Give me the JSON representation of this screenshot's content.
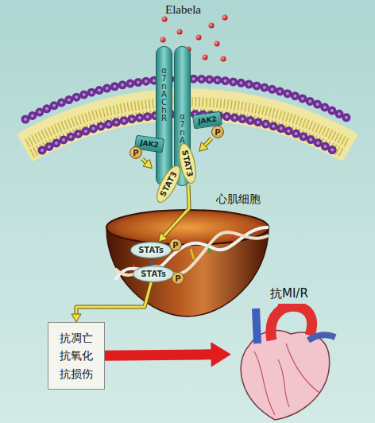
{
  "diagram": {
    "nodes": [
      {
        "text": [
          "α7nAChR"
        ]
      },
      {
        "text": [
          "α7nAChR"
        ]
      },
      {
        "text": [
          "JAK2"
        ]
      },
      {
        "text": [
          "JAK2"
        ]
      },
      {
        "text": [
          "P"
        ]
      },
      {
        "text": [
          "P"
        ]
      },
      {
        "text": [
          "STAT3"
        ]
      },
      {
        "text": [
          "STAT3"
        ]
      },
      {
        "text": [
          "STATs"
        ]
      },
      {
        "text": [
          "P"
        ]
      },
      {
        "text": [
          "STATs"
        ]
      },
      {
        "text": [
          "P"
        ]
      },
      {
        "text": [
          "抗凋亡 抗氧化 抗损伤"
        ]
      },
      {
        "text": [
          "抗MI/R"
        ]
      }
    ],
    "edges": [
      {
        "from": 4,
        "to": 7,
        "arrow": "to"
      },
      {
        "from": 5,
        "to": 6,
        "arrow": "to"
      },
      {
        "from": 6,
        "to": 8,
        "arrow": "to"
      },
      {
        "from": 10,
        "to": 12,
        "arrow": "to"
      },
      {
        "from": 12,
        "to": 13,
        "arrow": "to"
      }
    ],
    "labels": [
      "Elabela",
      "心肌细胞"
    ]
  }
}
